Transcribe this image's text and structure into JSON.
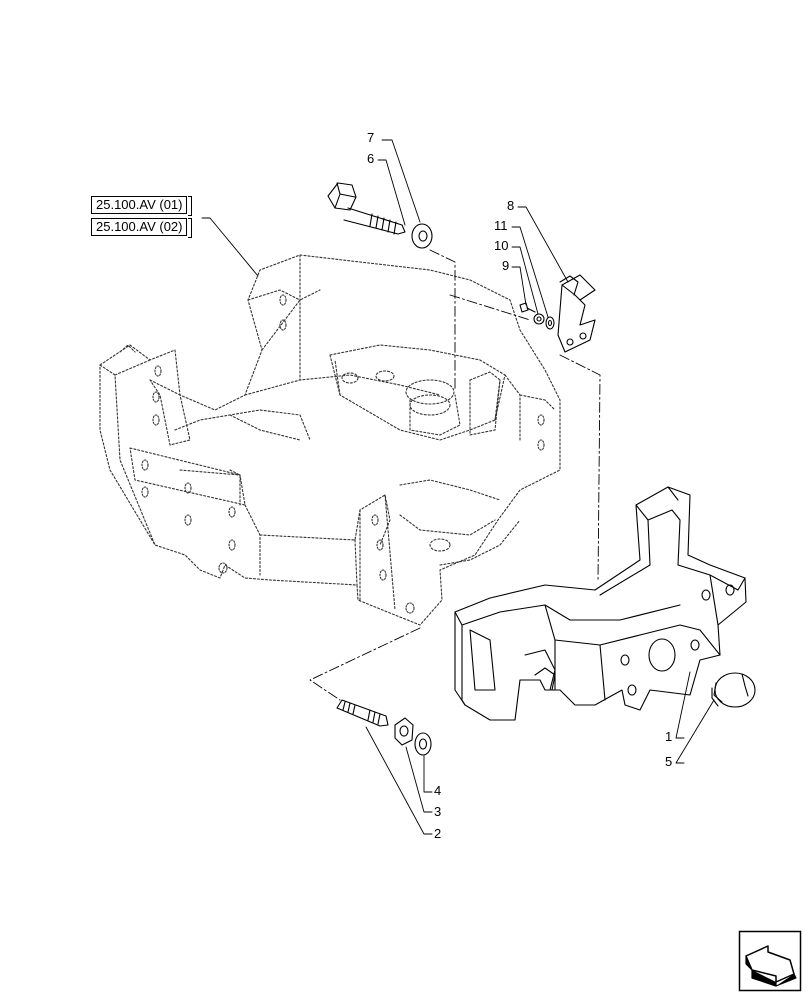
{
  "references": [
    {
      "label": "25.100.AV (01)"
    },
    {
      "label": "25.100.AV (02)"
    }
  ],
  "callouts": [
    "7",
    "6",
    "8",
    "11",
    "10",
    "9",
    "1",
    "5",
    "4",
    "3",
    "2"
  ],
  "icons": {
    "navigation": "arrow-right-icon"
  },
  "colors": {
    "line": "#000000",
    "background": "#ffffff"
  }
}
